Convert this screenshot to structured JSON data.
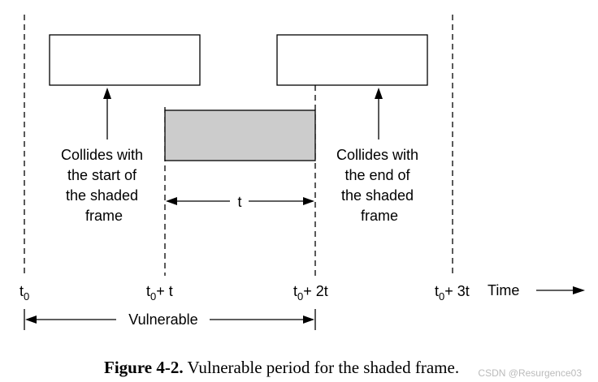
{
  "labels": {
    "collide_left": [
      "Collides with",
      "the start of",
      "the shaded",
      "frame"
    ],
    "collide_right": [
      "Collides with",
      "the end of",
      "the shaded",
      "frame"
    ],
    "interval": "t",
    "vulnerable": "Vulnerable",
    "time": "Time",
    "ticks": {
      "t0": {
        "base": "t",
        "sub": "0",
        "suffix": ""
      },
      "t0_t": {
        "base": "t",
        "sub": "0",
        "suffix": "+ t"
      },
      "t0_2t": {
        "base": "t",
        "sub": "0",
        "suffix": "+ 2t"
      },
      "t0_3t": {
        "base": "t",
        "sub": "0",
        "suffix": "+ 3t"
      }
    }
  },
  "caption": {
    "prefix": "Figure 4-2.",
    "text": "Vulnerable period for the shaded frame."
  },
  "watermark": "CSDN @Resurgence03",
  "colors": {
    "shaded_frame": "#cccccc",
    "stroke": "#000000",
    "watermark": "#bbbbbb"
  }
}
